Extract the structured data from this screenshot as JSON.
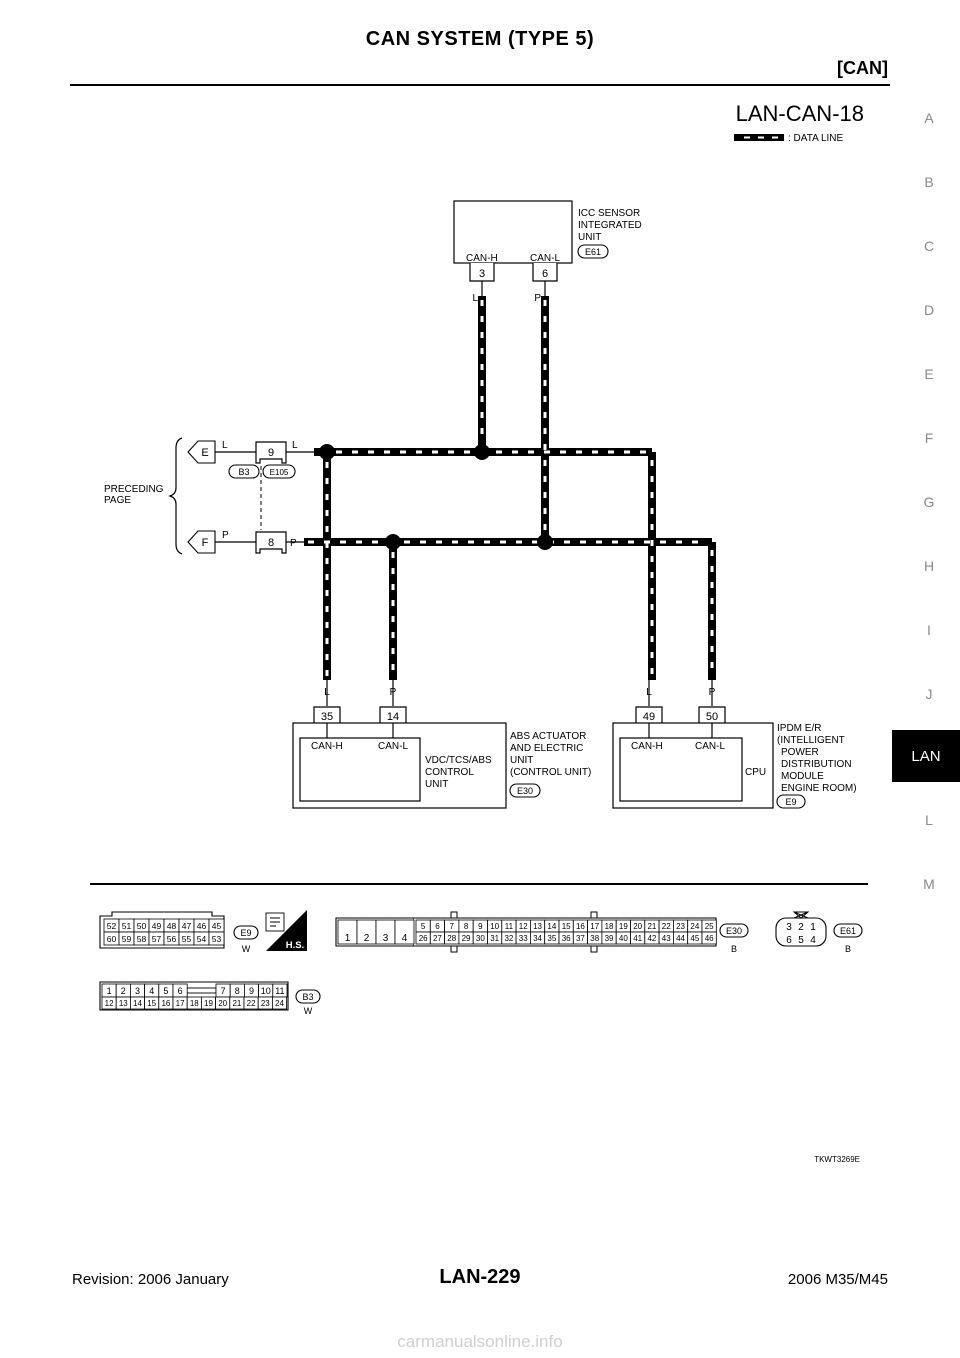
{
  "header": {
    "title": "CAN SYSTEM (TYPE 5)",
    "section": "[CAN]"
  },
  "side_index": {
    "letters": [
      "A",
      "B",
      "C",
      "D",
      "E",
      "F",
      "G",
      "H",
      "I",
      "J",
      "LAN",
      "L",
      "M"
    ],
    "active": "LAN"
  },
  "diagram": {
    "id": "LAN-CAN-18",
    "legend": ": DATA LINE",
    "preceding_page": [
      "PRECEDING",
      "PAGE"
    ],
    "preceding_refs": {
      "e": {
        "ref": "E",
        "color": "L"
      },
      "f": {
        "ref": "F",
        "color": "P"
      }
    },
    "junction": {
      "pins": {
        "top": "9",
        "bottom": "8"
      },
      "wire_colors": {
        "top": "L",
        "bottom": "P"
      },
      "connectors": {
        "left": "B3",
        "right": "E105"
      }
    },
    "icc": {
      "name": [
        "ICC SENSOR",
        "INTEGRATED",
        "UNIT"
      ],
      "connector": "E61",
      "pins": [
        {
          "label": "CAN-H",
          "pin": "3",
          "color": "L"
        },
        {
          "label": "CAN-L",
          "pin": "6",
          "color": "P"
        }
      ]
    },
    "abs": {
      "name": [
        "ABS ACTUATOR",
        "AND ELECTRIC",
        "UNIT",
        "(CONTROL UNIT)"
      ],
      "inner_name": [
        "VDC/TCS/ABS",
        "CONTROL",
        "UNIT"
      ],
      "connector": "E30",
      "pins": [
        {
          "label": "CAN-H",
          "pin": "35",
          "color": "L"
        },
        {
          "label": "CAN-L",
          "pin": "14",
          "color": "P"
        }
      ]
    },
    "ipdm": {
      "name": [
        "IPDM E/R",
        "(INTELLIGENT",
        "POWER",
        "DISTRIBUTION",
        "MODULE",
        "ENGINE ROOM)"
      ],
      "inner_name": "CPU",
      "connector": "E9",
      "pins": [
        {
          "label": "CAN-H",
          "pin": "49",
          "color": "L"
        },
        {
          "label": "CAN-L",
          "pin": "50",
          "color": "P"
        }
      ]
    },
    "connector_views": {
      "e9": {
        "code": "E9",
        "color": "W",
        "row1": [
          "52",
          "51",
          "50",
          "49",
          "48",
          "47",
          "46",
          "45"
        ],
        "row2": [
          "60",
          "59",
          "58",
          "57",
          "56",
          "55",
          "54",
          "53"
        ],
        "hs_label": "H.S."
      },
      "e30": {
        "code": "E30",
        "color": "B",
        "big": [
          "1",
          "2",
          "3",
          "4"
        ],
        "row1": [
          "5",
          "6",
          "7",
          "8",
          "9",
          "10",
          "11",
          "12",
          "13",
          "14",
          "15",
          "16",
          "17",
          "18",
          "19",
          "20",
          "21",
          "22",
          "23",
          "24",
          "25"
        ],
        "row2": [
          "26",
          "27",
          "28",
          "29",
          "30",
          "31",
          "32",
          "33",
          "34",
          "35",
          "36",
          "37",
          "38",
          "39",
          "40",
          "41",
          "42",
          "43",
          "44",
          "45",
          "46"
        ]
      },
      "e61": {
        "code": "E61",
        "color": "B",
        "row1": [
          "3",
          "2",
          "1"
        ],
        "row2": [
          "6",
          "5",
          "4"
        ]
      },
      "b3": {
        "code": "B3",
        "color": "W",
        "row1": [
          "1",
          "2",
          "3",
          "4",
          "5",
          "6",
          "7",
          "8",
          "9",
          "10",
          "11"
        ],
        "row2": [
          "12",
          "13",
          "14",
          "15",
          "16",
          "17",
          "18",
          "19",
          "20",
          "21",
          "22",
          "23",
          "24"
        ]
      }
    },
    "figure_code": "TKWT3269E"
  },
  "footer": {
    "left": "Revision: 2006 January",
    "center": "LAN-229",
    "right": "2006 M35/M45",
    "watermark": "carmanualsonline.info"
  }
}
